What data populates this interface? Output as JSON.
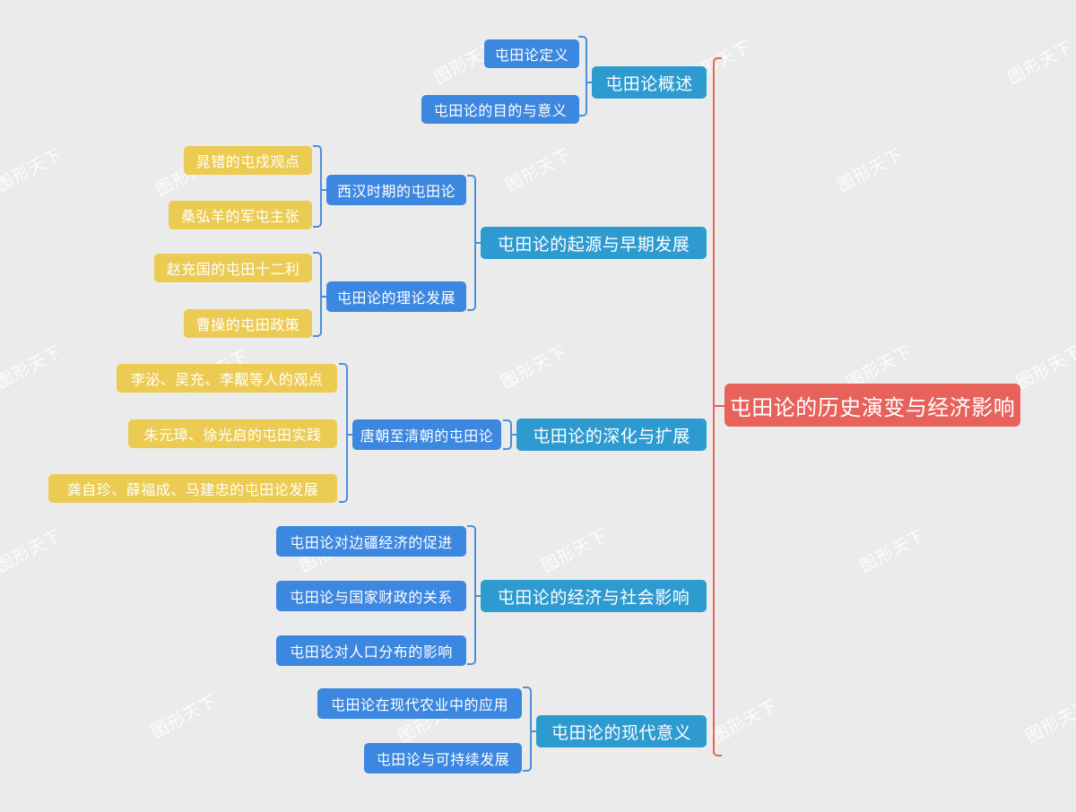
{
  "diagram": {
    "type": "mindmap",
    "background_color": "#ebebeb",
    "watermark_text": "图形天下",
    "colors": {
      "root": "#e8625c",
      "level2": "#2e9bd0",
      "level3": "#3c87e0",
      "level4": "#eccb53",
      "connector_blue": "#4a90d9",
      "connector_red": "#e8625c",
      "text": "#ffffff"
    },
    "root": {
      "label": "屯田论的历史演变与经济影响"
    },
    "branches": [
      {
        "label": "屯田论概述",
        "children": [
          {
            "label": "屯田论定义",
            "children": []
          },
          {
            "label": "屯田论的目的与意义",
            "children": []
          }
        ]
      },
      {
        "label": "屯田论的起源与早期发展",
        "children": [
          {
            "label": "西汉时期的屯田论",
            "children": [
              {
                "label": "晁错的屯戍观点"
              },
              {
                "label": "桑弘羊的军屯主张"
              }
            ]
          },
          {
            "label": "屯田论的理论发展",
            "children": [
              {
                "label": "赵充国的屯田十二利"
              },
              {
                "label": "曹操的屯田政策"
              }
            ]
          }
        ]
      },
      {
        "label": "屯田论的深化与扩展",
        "children": [
          {
            "label": "唐朝至清朝的屯田论",
            "children": [
              {
                "label": "李泌、吴充、李觏等人的观点"
              },
              {
                "label": "朱元璋、徐光启的屯田实践"
              },
              {
                "label": "龚自珍、薛福成、马建忠的屯田论发展"
              }
            ]
          }
        ]
      },
      {
        "label": "屯田论的经济与社会影响",
        "children": [
          {
            "label": "屯田论对边疆经济的促进",
            "children": []
          },
          {
            "label": "屯田论与国家财政的关系",
            "children": []
          },
          {
            "label": "屯田论对人口分布的影响",
            "children": []
          }
        ]
      },
      {
        "label": "屯田论的现代意义",
        "children": [
          {
            "label": "屯田论在现代农业中的应用",
            "children": []
          },
          {
            "label": "屯田论与可持续发展",
            "children": []
          }
        ]
      }
    ],
    "nodes": {
      "root": "屯田论的历史演变与经济影响",
      "b1": "屯田论概述",
      "b1c1": "屯田论定义",
      "b1c2": "屯田论的目的与意义",
      "b2": "屯田论的起源与早期发展",
      "b2c1": "西汉时期的屯田论",
      "b2c1g1": "晁错的屯戍观点",
      "b2c1g2": "桑弘羊的军屯主张",
      "b2c2": "屯田论的理论发展",
      "b2c2g1": "赵充国的屯田十二利",
      "b2c2g2": "曹操的屯田政策",
      "b3": "屯田论的深化与扩展",
      "b3c1": "唐朝至清朝的屯田论",
      "b3c1g1": "李泌、吴充、李觏等人的观点",
      "b3c1g2": "朱元璋、徐光启的屯田实践",
      "b3c1g3": "龚自珍、薛福成、马建忠的屯田论发展",
      "b4": "屯田论的经济与社会影响",
      "b4c1": "屯田论对边疆经济的促进",
      "b4c2": "屯田论与国家财政的关系",
      "b4c3": "屯田论对人口分布的影响",
      "b5": "屯田论的现代意义",
      "b5c1": "屯田论在现代农业中的应用",
      "b5c2": "屯田论与可持续发展"
    }
  }
}
